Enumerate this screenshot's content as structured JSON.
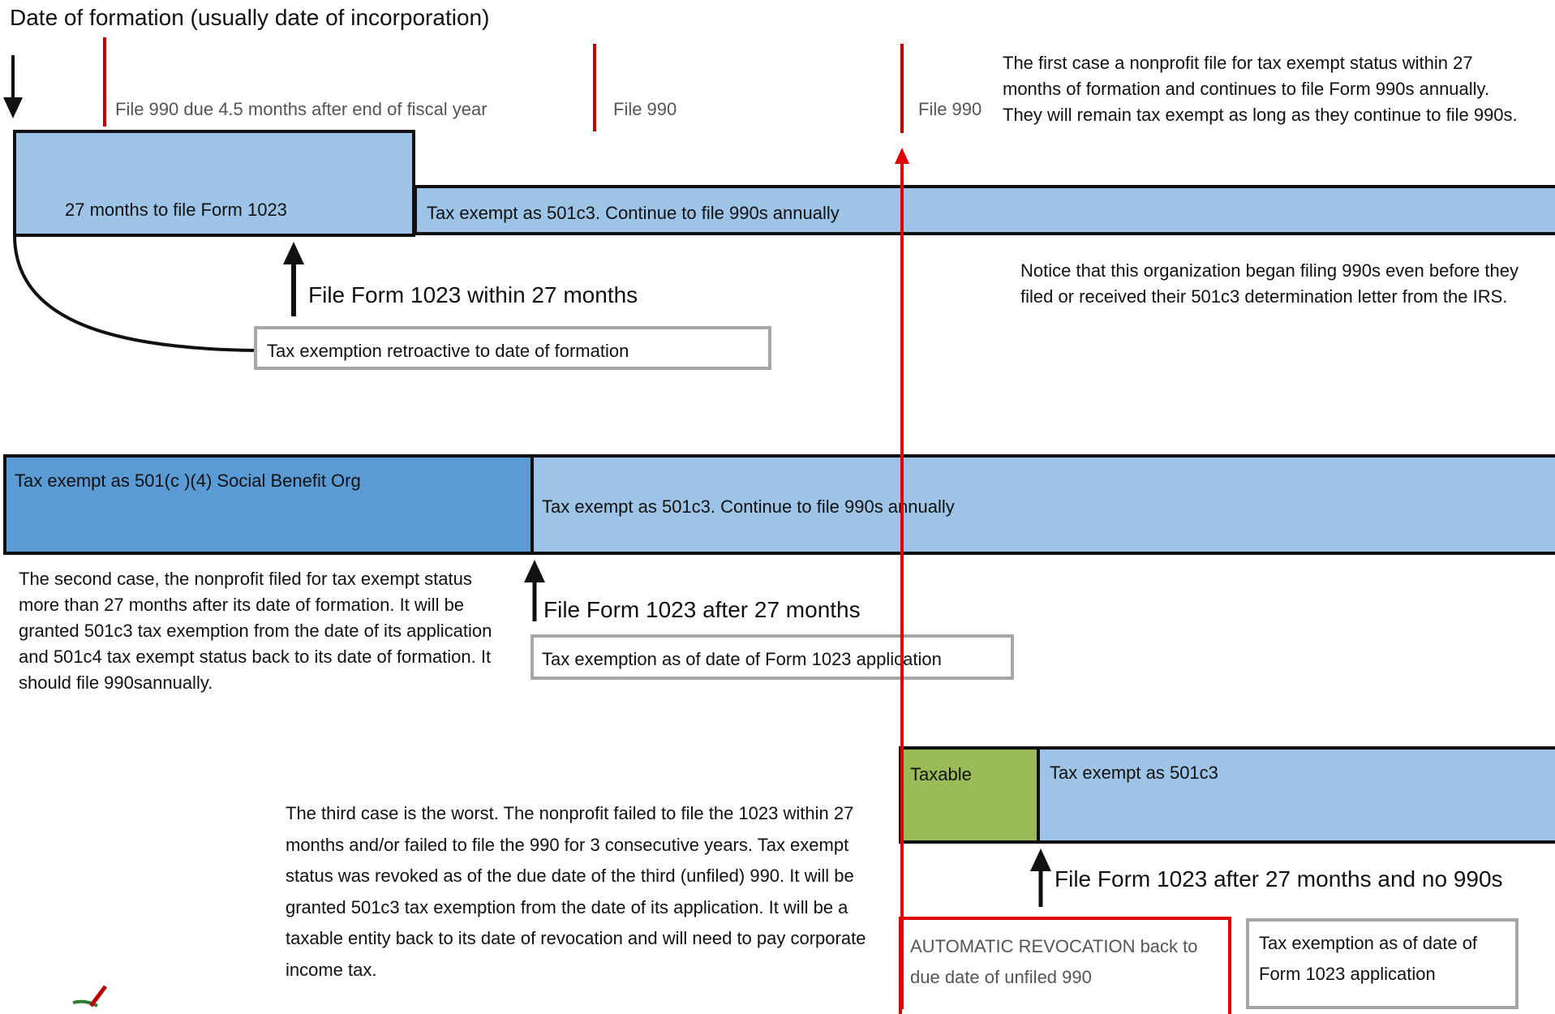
{
  "header": {
    "formation_label": "Date of formation (usually date of incorporation)"
  },
  "markers": {
    "file990_due": "File 990 due 4.5 months after end of fiscal year",
    "file990_second": "File 990",
    "file990_third": "File 990"
  },
  "case1": {
    "bar_27_months": "27 months to file Form 1023",
    "bar_exempt": "Tax exempt as 501c3. Continue to file 990s annually",
    "arrow_label": "File Form 1023 within 27 months",
    "callout": "Tax exemption retroactive to  date of formation",
    "note_top": "The first case a nonprofit file for tax exempt status within 27 months of formation and continues to file Form 990s annually.  They will remain tax exempt as long as they continue to file 990s.",
    "note_side": "Notice that this organization began filing 990s even before they filed or received their 501c3 determination letter from the IRS."
  },
  "case2": {
    "bar_501c4": "Tax exempt as 501(c )(4) Social Benefit Org",
    "bar_exempt": "Tax exempt as 501c3. Continue to file 990s annually",
    "arrow_label": "File Form 1023 after 27 months",
    "callout": "Tax exemption as of date of  Form 1023 application",
    "note": "The second case, the nonprofit filed for tax exempt status more than 27 months after its date of formation. It will be granted  501c3 tax exemption from the date of its application and 501c4 tax exempt status  back to its date of formation. It should file 990sannually."
  },
  "case3": {
    "bar_taxable": "Taxable",
    "bar_exempt": "Tax exempt as 501c3",
    "arrow_label": "File Form 1023 after 27 months and no 990s",
    "revocation": "AUTOMATIC REVOCATION back to due date of unfiled 990",
    "callout": "Tax exemption as of date of Form 1023 application",
    "note": "The third case is the worst. The nonprofit failed to file the 1023 within 27 months and/or failed to file the 990 for 3 consecutive years. Tax exempt status was revoked as of the due date of the third (unfiled) 990. It will be granted  501c3 tax exemption from the date of its application. It will be a taxable entity back to its date of revocation and will need to pay corporate income tax."
  },
  "colors": {
    "light_blue": "#9DC3E6",
    "mid_blue": "#5B9BD5",
    "green": "#9BBB59",
    "red": "#E00000",
    "dark_red": "#C00000",
    "grey_border": "#A6A6A6"
  }
}
